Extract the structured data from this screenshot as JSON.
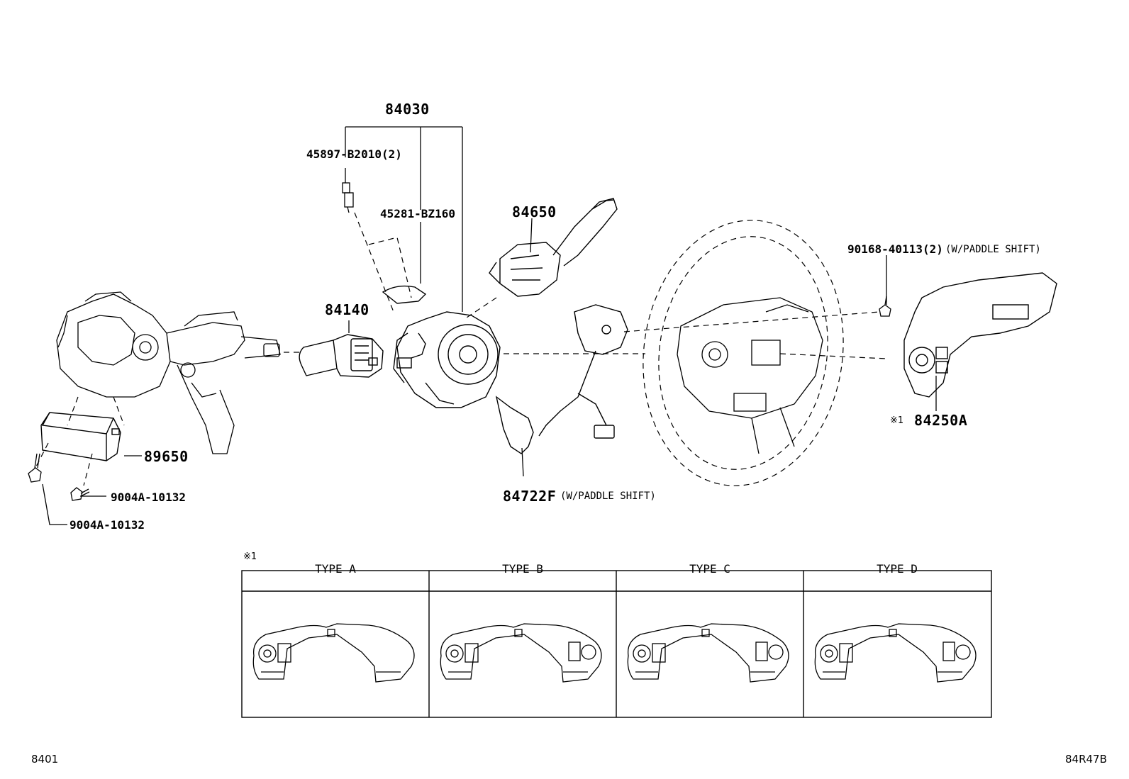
{
  "parts": {
    "p84030": "84030",
    "p45897": "45897-B2010(2)",
    "p45281": "45281-BZ160",
    "p84650": "84650",
    "p84140": "84140",
    "p89650": "89650",
    "p9004a_1": "9004A-10132",
    "p9004a_2": "9004A-10132",
    "p84722f": "84722F",
    "p84722f_note": "(W/PADDLE SHIFT)",
    "p90168": "90168-40113(2)",
    "p90168_note": "(W/PADDLE SHIFT)",
    "p84250a_mark": "※1",
    "p84250a": "84250A"
  },
  "table": {
    "mark": "※1",
    "headers": [
      "TYPE A",
      "TYPE B",
      "TYPE C",
      "TYPE D"
    ]
  },
  "footer": {
    "left": "8401",
    "right": "84R47B"
  }
}
